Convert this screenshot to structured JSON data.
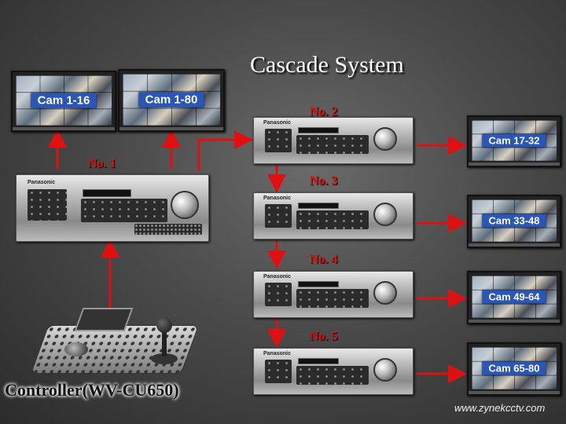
{
  "title": "Cascade System",
  "recorder_labels": {
    "no1": "No. 1",
    "no2": "No. 2",
    "no3": "No. 3",
    "no4": "No. 4",
    "no5": "No. 5"
  },
  "monitors": {
    "main_left": "Cam 1-16",
    "main_right": "Cam 1-80",
    "m2": "Cam 17-32",
    "m3": "Cam 33-48",
    "m4": "Cam 49-64",
    "m5": "Cam 65-80"
  },
  "brand": "Panasonic",
  "controller_label": "Controller(WV-CU650)",
  "website": "www.zynekcctv.com",
  "colors": {
    "arrow": "#e01010",
    "label": "#e01010",
    "cam_tag": "#2a56b8"
  }
}
